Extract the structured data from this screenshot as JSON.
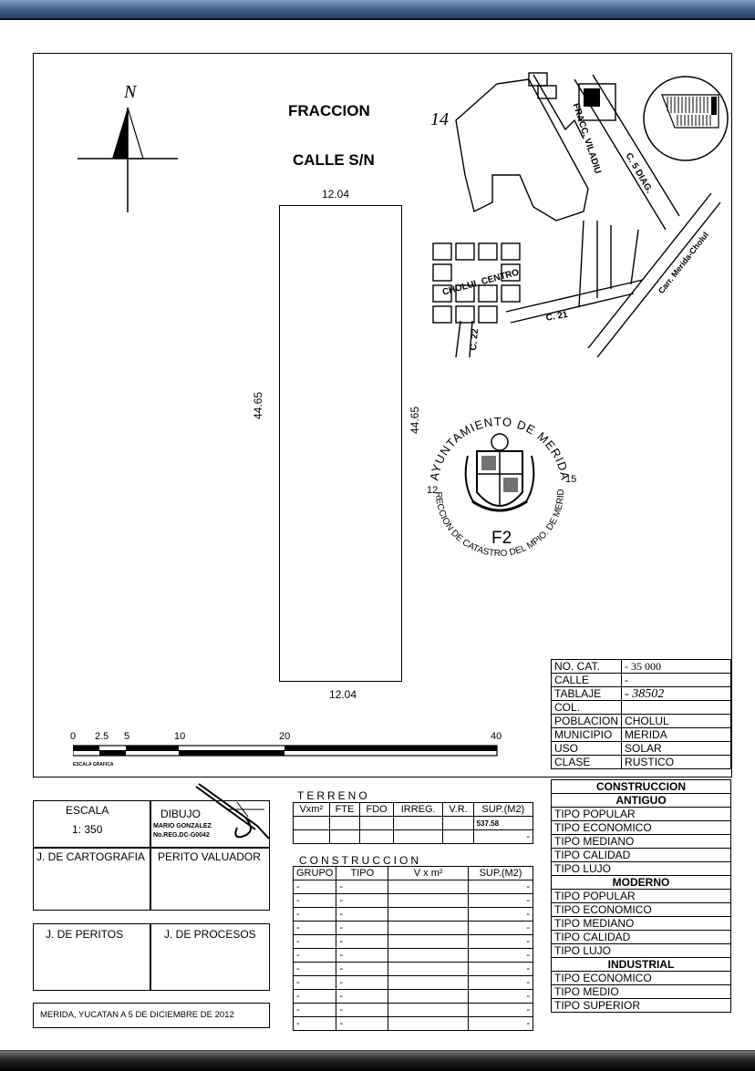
{
  "north_label": "N",
  "title": "FRACCION",
  "fraccion_number": "14",
  "street": "CALLE S/N",
  "dim_top": "12.04",
  "dim_bottom": "12.04",
  "dim_left": "44.65",
  "dim_right": "44.65",
  "location_map": {
    "fracc": "FRACC. VILADIU",
    "c5": "C. 5 DIAG.",
    "carretera": "Carr. Merida-Cholul",
    "cholul_centro": "CHOLUL CENTRO",
    "c21": "C. 21",
    "c22": "C. 22"
  },
  "seal": {
    "top_text": "AYUNTAMIENTO DE MERIDA",
    "bottom_text": "DIRECCION DE CATASTRO DEL MPIO. DE MERIDA",
    "left_num": "12",
    "right_num": "15",
    "code": "F2"
  },
  "scale_bar": {
    "ticks": [
      "0",
      "2.5",
      "5",
      "10",
      "20",
      "40"
    ],
    "caption": "ESCALA GRAFICA"
  },
  "info": {
    "no_cat_label": "NO. CAT.",
    "no_cat_value": "- 35 000",
    "calle_label": "CALLE",
    "calle_value": "-",
    "tablaje_label": "TABLAJE",
    "tablaje_value": "- 38502",
    "col_label": "COL.",
    "col_value": "",
    "poblacion_label": "POBLACION",
    "poblacion_value": "CHOLUL",
    "municipio_label": "MUNICIPIO",
    "municipio_value": "MERIDA",
    "uso_label": "USO",
    "uso_value": "SOLAR",
    "clase_label": "CLASE",
    "clase_value": "RUSTICO"
  },
  "construccion_types": {
    "header": "CONSTRUCCION",
    "antiguo": "ANTIGUO",
    "antiguo_items": [
      "TIPO POPULAR",
      "TIPO ECONOMICO",
      "TIPO MEDIANO",
      "TIPO CALIDAD",
      "TIPO LUJO"
    ],
    "moderno": "MODERNO",
    "moderno_items": [
      "TIPO POPULAR",
      "TIPO ECONOMICO",
      "TIPO MEDIANO",
      "TIPO CALIDAD",
      "TIPO LUJO"
    ],
    "industrial": "INDUSTRIAL",
    "industrial_items": [
      "TIPO ECONOMICO",
      "TIPO MEDIO",
      "TIPO SUPERIOR"
    ]
  },
  "terreno": {
    "title": "TERRENO",
    "headers": [
      "Vxm²",
      "FTE",
      "FDO",
      "IRREG.",
      "V.R.",
      "SUP.(M2)"
    ],
    "sup": "537.58",
    "dash": "-"
  },
  "construccion_table": {
    "title": "CONSTRUCCION",
    "headers": [
      "GRUPO",
      "TIPO",
      "V x m²",
      "SUP.(M2)"
    ],
    "dash": "-"
  },
  "left_boxes": {
    "escala_label": "ESCALA",
    "escala_value": "1: 350",
    "dibujo_label": "DIBUJO",
    "dibujo_name": "MARIO GONZALEZ",
    "dibujo_reg": "No.REG.DC-G0042",
    "cartografia": "J. DE CARTOGRAFIA",
    "perito": "PERITO VALUADOR",
    "peritos": "J. DE PERITOS",
    "procesos": "J. DE PROCESOS",
    "fecha": "MERIDA, YUCATAN A 5 DE DICIEMBRE DE 2012"
  }
}
